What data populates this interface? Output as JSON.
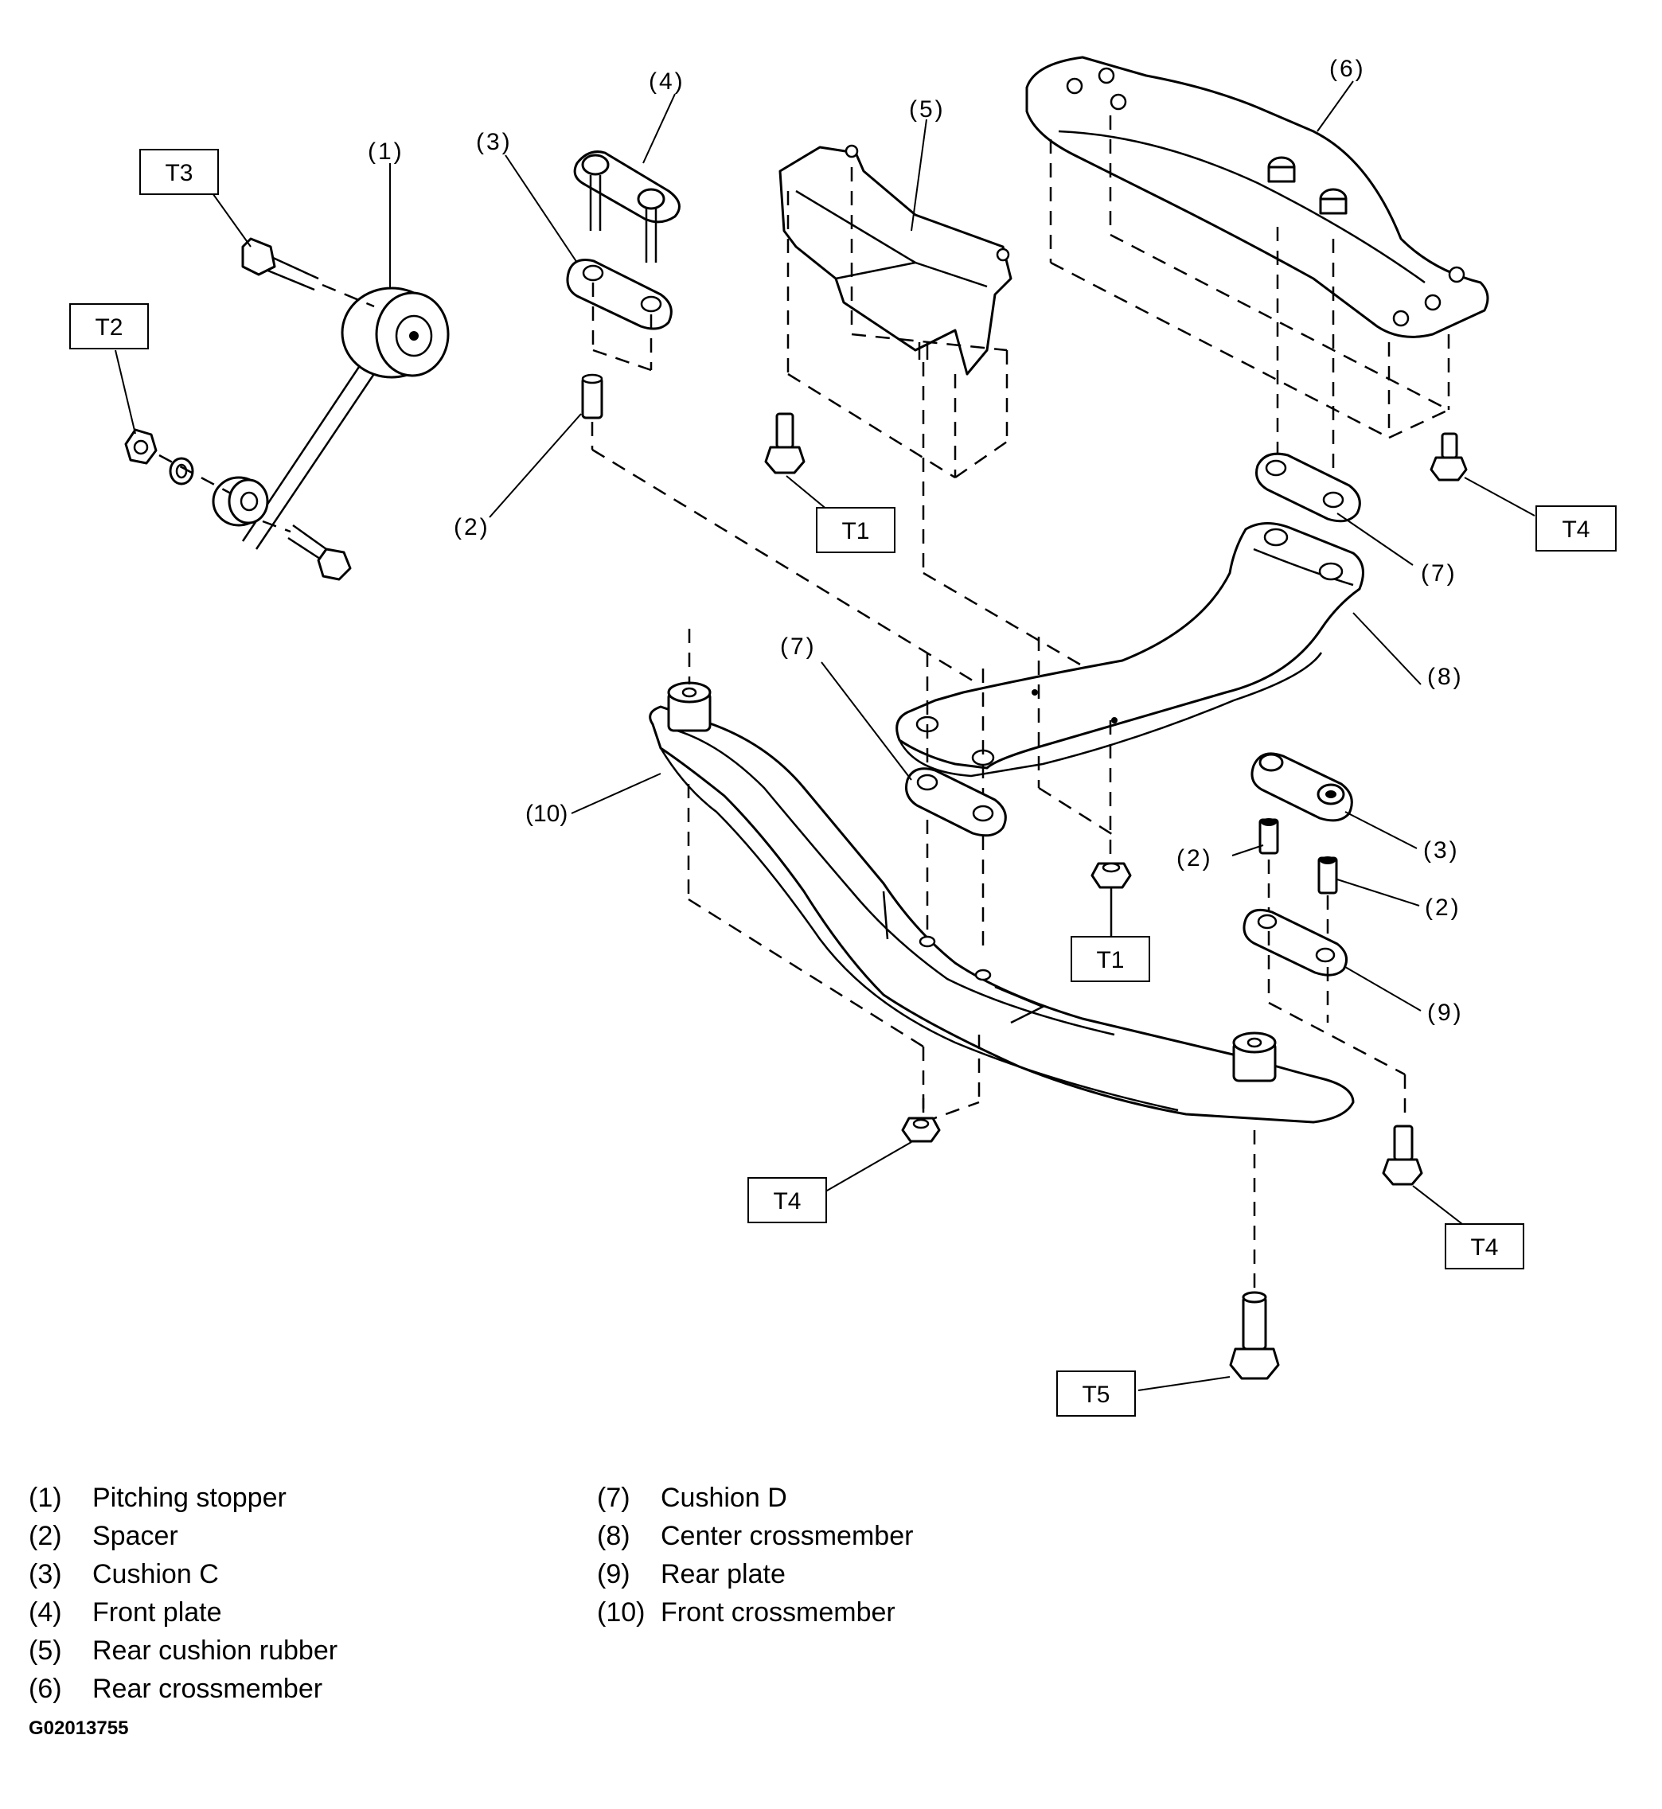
{
  "callouts": {
    "c1": "(1)",
    "c2a": "(2)",
    "c2b": "(2)",
    "c2c": "(2)",
    "c3a": "(3)",
    "c3b": "(3)",
    "c4": "(4)",
    "c5": "(5)",
    "c6": "(6)",
    "c7a": "(7)",
    "c7b": "(7)",
    "c8": "(8)",
    "c9": "(9)",
    "c10": "(10)"
  },
  "torque_labels": {
    "t1a": "T1",
    "t1b": "T1",
    "t2": "T2",
    "t3": "T3",
    "t4a": "T4",
    "t4b": "T4",
    "t4c": "T4",
    "t5": "T5"
  },
  "legend": {
    "left": [
      {
        "num": "(1)",
        "text": "Pitching stopper"
      },
      {
        "num": "(2)",
        "text": "Spacer"
      },
      {
        "num": "(3)",
        "text": "Cushion C"
      },
      {
        "num": "(4)",
        "text": "Front plate"
      },
      {
        "num": "(5)",
        "text": "Rear cushion rubber"
      },
      {
        "num": "(6)",
        "text": "Rear crossmember"
      }
    ],
    "right": [
      {
        "num": "(7)",
        "text": "Cushion D"
      },
      {
        "num": "(8)",
        "text": "Center crossmember"
      },
      {
        "num": "(9)",
        "text": "Rear plate"
      },
      {
        "num": "(10)",
        "text": "Front crossmember"
      }
    ]
  },
  "figure_code": "G02013755"
}
